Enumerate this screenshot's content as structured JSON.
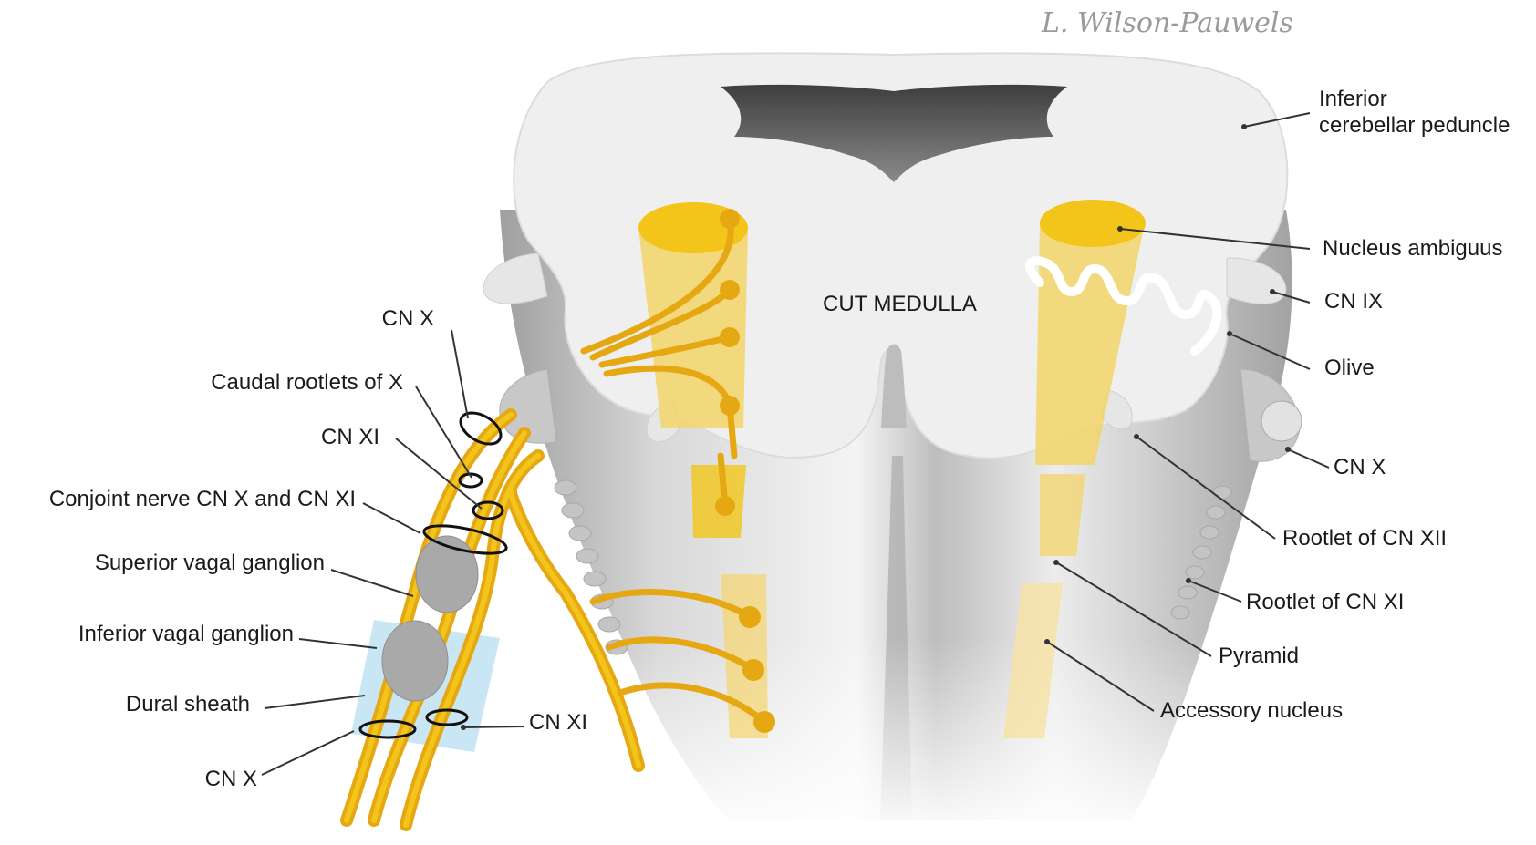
{
  "signature": "L. Wilson-Pauwels",
  "center_label": "CUT MEDULLA",
  "labels_right": {
    "inferior_cerebellar_peduncle_1": "Inferior",
    "inferior_cerebellar_peduncle_2": "cerebellar peduncle",
    "nucleus_ambiguus": "Nucleus ambiguus",
    "cn_ix": "CN IX",
    "olive": "Olive",
    "cn_x": "CN X",
    "rootlet_cn_xii": "Rootlet of CN XII",
    "rootlet_cn_xi": "Rootlet of CN XI",
    "pyramid": "Pyramid",
    "accessory_nucleus": "Accessory nucleus"
  },
  "labels_left": {
    "cn_x_top": "CN X",
    "caudal_rootlets": "Caudal rootlets of X",
    "cn_xi": "CN XI",
    "conjoint_nerve": "Conjoint nerve CN X and CN XI",
    "superior_vagal_ganglion": "Superior vagal ganglion",
    "inferior_vagal_ganglion": "Inferior vagal ganglion",
    "dural_sheath": "Dural sheath",
    "cn_x_bottom": "CN X"
  },
  "labels_bottom": {
    "cn_xi_bottom": "CN XI"
  },
  "colors": {
    "nerve": "#e5a812",
    "nucleus": "#f3c51a",
    "nucleus_light": "#f6df8e",
    "medulla_face": "#efefef",
    "medulla_shade": "#c9c9c9",
    "dural_sheath": "#bfe2f3",
    "ganglion": "#a9a9a9",
    "leader_line": "#333333"
  }
}
